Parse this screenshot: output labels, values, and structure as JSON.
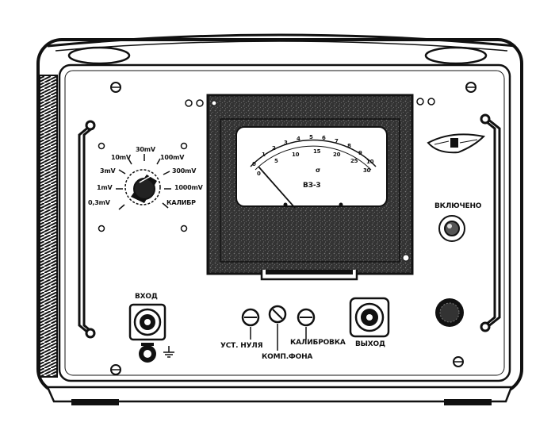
{
  "range_switch": {
    "options": [
      "0,3mV",
      "1mV",
      "3mV",
      "10mV",
      "30mV",
      "100mV",
      "300mV",
      "1000mV",
      "КАЛИБР"
    ]
  },
  "meter": {
    "model": "ВЗ-3",
    "upper_scale": [
      "0",
      "1",
      "2",
      "3",
      "4",
      "5",
      "6",
      "7",
      "8",
      "9",
      "10"
    ],
    "lower_scale": [
      "0",
      "5",
      "10",
      "15",
      "20",
      "25",
      "30"
    ],
    "symbol": "σ"
  },
  "labels": {
    "power_on": "ВКЛЮЧЕНО",
    "input": "ВХОД",
    "output": "ВЫХОД",
    "zero_adjust": "УСТ. НУЛЯ",
    "background_comp": "КОМП.ФОНА",
    "calibration": "КАЛИБРОВКА"
  },
  "colors": {
    "ink": "#111111",
    "panel": "#ffffff",
    "meter_body": "#2a2a2a"
  }
}
